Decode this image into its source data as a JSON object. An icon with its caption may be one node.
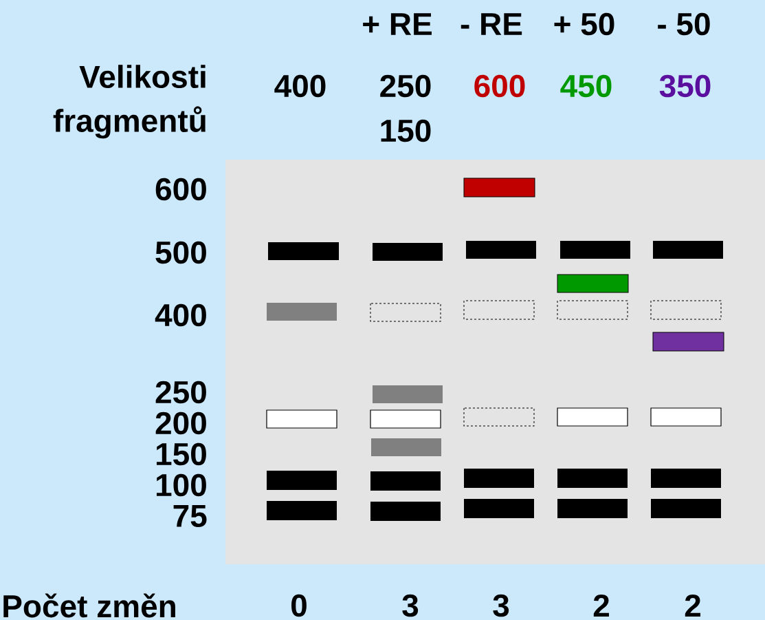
{
  "diagram": {
    "labels": [
      "+ RE",
      "- RE",
      "+ 50",
      "- 50",
      "Velikosti fragmentů",
      "400",
      "250",
      "600",
      "450",
      "350",
      "150",
      "600",
      "500",
      "400",
      "250",
      "200",
      "150",
      "100",
      "75",
      "Počet změn",
      "0",
      "3",
      "3",
      "2",
      "2"
    ]
  }
}
